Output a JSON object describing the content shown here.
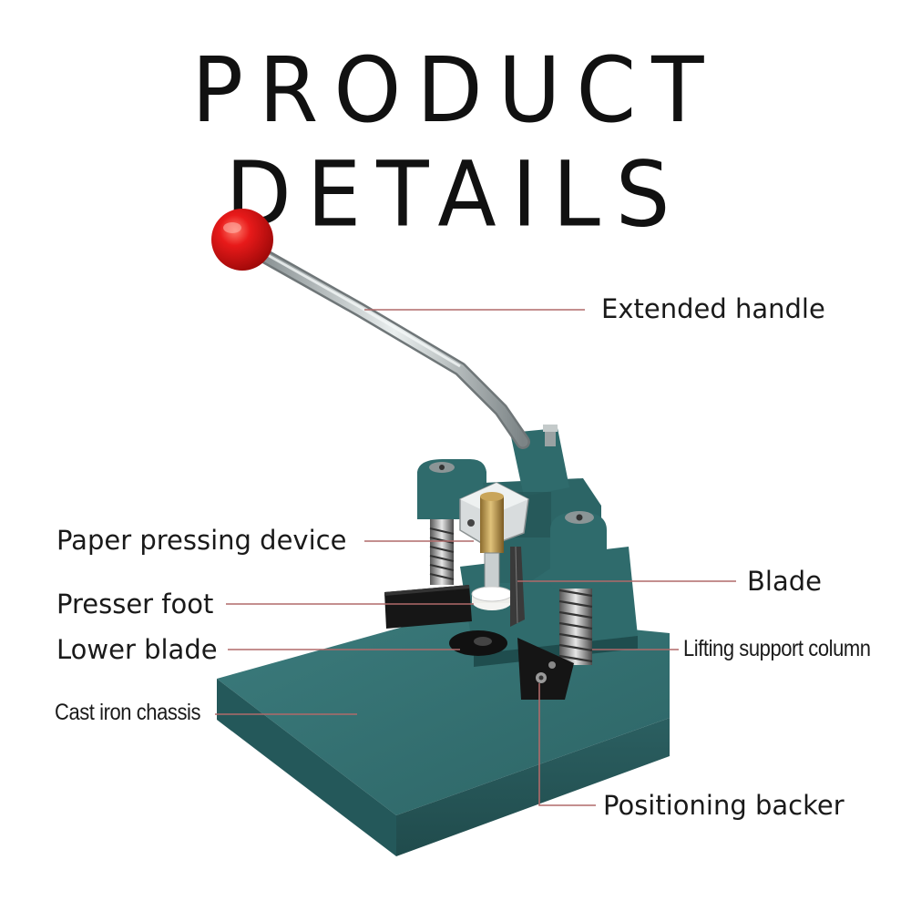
{
  "title": "PRODUCT DETAILS",
  "labels": {
    "extended_handle": "Extended handle",
    "paper_pressing_device": "Paper pressing device",
    "blade": "Blade",
    "presser_foot": "Presser foot",
    "lower_blade": "Lower blade",
    "lifting_support_column": "Lifting support column",
    "cast_iron_chassis": "Cast iron chassis",
    "positioning_backer": "Positioning backer"
  },
  "colors": {
    "machine_body": "#2f6b6c",
    "handle_knob": "#e01b1b",
    "leader_line": "#a05050"
  }
}
